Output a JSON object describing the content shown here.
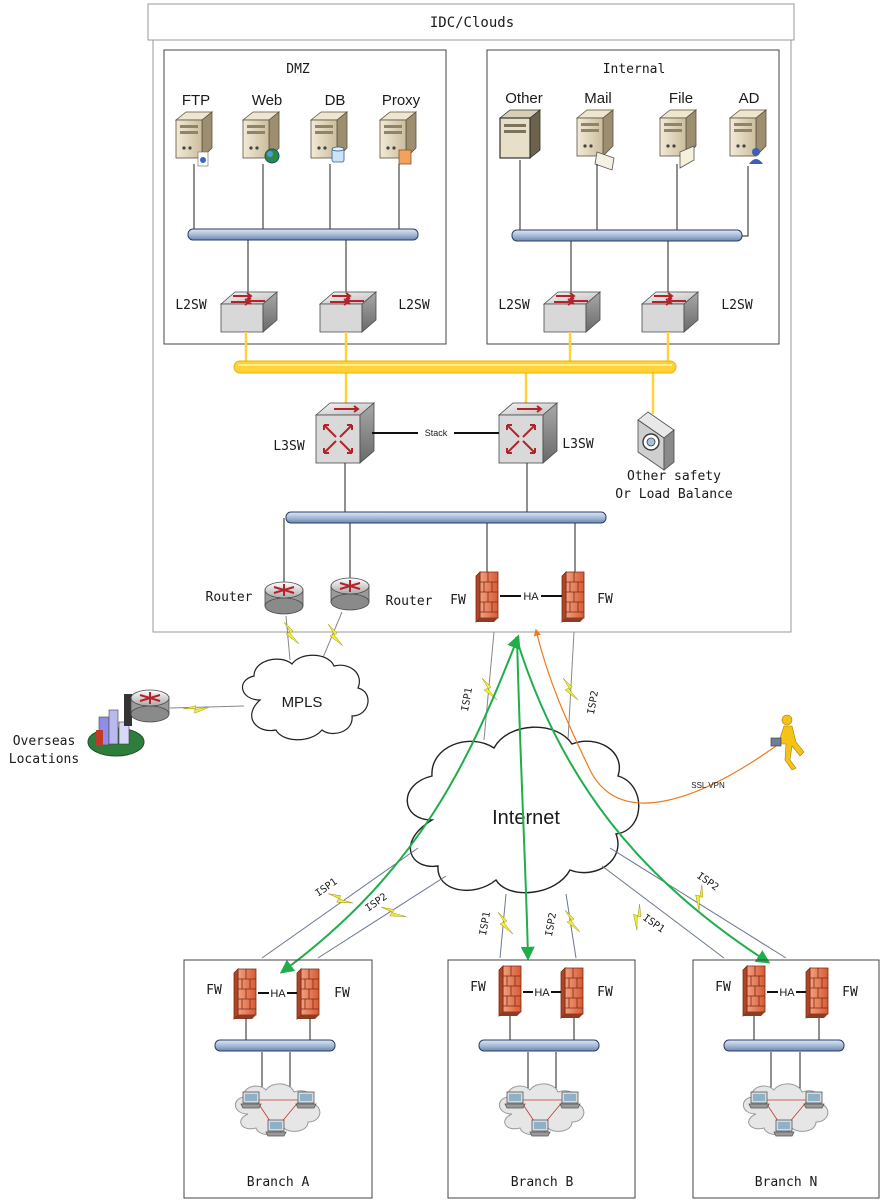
{
  "idc": {
    "title": "IDC/Clouds"
  },
  "dmz": {
    "title": "DMZ",
    "servers": [
      {
        "label": "FTP",
        "icon": "ftp-server-icon"
      },
      {
        "label": "Web",
        "icon": "web-server-icon"
      },
      {
        "label": "DB",
        "icon": "database-server-icon"
      },
      {
        "label": "Proxy",
        "icon": "proxy-server-icon"
      }
    ],
    "switch_left": "L2SW",
    "switch_right": "L2SW"
  },
  "internal": {
    "title": "Internal",
    "servers": [
      {
        "label": "Other",
        "icon": "other-server-icon"
      },
      {
        "label": "Mail",
        "icon": "mail-server-icon"
      },
      {
        "label": "File",
        "icon": "file-server-icon"
      },
      {
        "label": "AD",
        "icon": "ad-server-icon"
      }
    ],
    "switch_left": "L2SW",
    "switch_right": "L2SW"
  },
  "core": {
    "l3_left": "L3SW",
    "l3_right": "L3SW",
    "stack": "Stack",
    "safety_line1": "Other safety",
    "safety_line2": "Or Load Balance"
  },
  "edge": {
    "router_left": "Router",
    "router_right": "Router",
    "fw_left": "FW",
    "fw_right": "FW",
    "ha": "HA"
  },
  "wan": {
    "mpls": "MPLS",
    "overseas_line1": "Overseas",
    "overseas_line2": "Locations",
    "internet": "Internet",
    "isp1": "ISP1",
    "isp2": "ISP2",
    "ssl_vpn": "SSL VPN"
  },
  "branches": [
    {
      "name": "Branch A",
      "fw_left": "FW",
      "fw_right": "FW",
      "ha": "HA"
    },
    {
      "name": "Branch B",
      "fw_left": "FW",
      "fw_right": "FW",
      "ha": "HA"
    },
    {
      "name": "Branch N",
      "fw_left": "FW",
      "fw_right": "FW",
      "ha": "HA"
    }
  ],
  "colors": {
    "bus_fill": "#a8bcd8",
    "bus_stroke": "#2b3d63",
    "yellow_trunk": "#ffd23a",
    "vpn_arrow": "#1fae4b",
    "ssl_arrow": "#f07a1c",
    "firewall": "#e8734e",
    "lightning": "#f4ee2e"
  }
}
